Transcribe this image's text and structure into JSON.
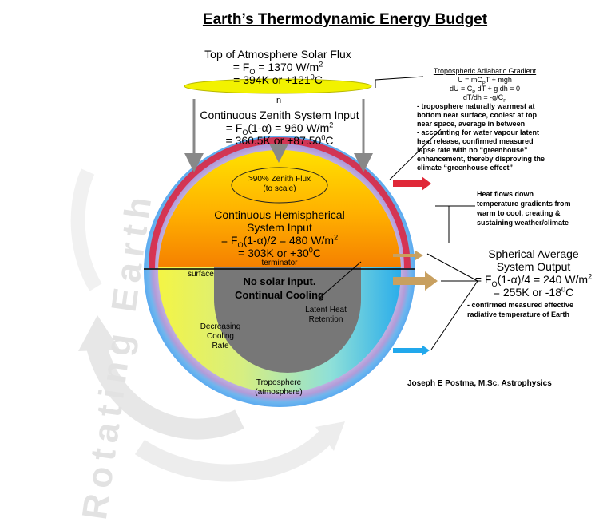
{
  "title": "Earth’s Thermodynamic Energy Budget",
  "watermark": "Rotating Earth",
  "top_flux": {
    "line1": "Top of Atmosphere Solar Flux",
    "line2": "= F",
    "line2_sub": "O",
    "line2_rest": " = 1370 W/m",
    "line2_sup": "2",
    "line3": "= 394K or +121",
    "line3_sup": "0",
    "line3_rest": "C"
  },
  "zenith_input": {
    "line1": "Continuous Zenith System Input",
    "line2": "= F",
    "line2_sub": "O",
    "line2_rest": "(1-α) = 960 W/m",
    "line2_sup": "2",
    "line3": "= 360.5K or +87.50",
    "line3_sup": "0",
    "line3_rest": "C",
    "arrow_label": "n"
  },
  "zenith_flux": {
    "line1": ">90% Zenith Flux",
    "line2": "(to scale)"
  },
  "hemisphere": {
    "line1": "Continuous Hemispherical",
    "line2": "System Input",
    "line3": "= F",
    "line3_sub": "O",
    "line3_rest": "(1-α)/2 = 480 W/m",
    "line3_sup": "2",
    "line4": "= 303K or +30",
    "line4_sup": "0",
    "line4_rest": "C"
  },
  "terminator": "terminator",
  "surface": "surface",
  "night": {
    "line1": "No solar input.",
    "line2": "Continual Cooling"
  },
  "latent": {
    "line1": "Latent Heat",
    "line2": "Retention"
  },
  "decreasing": {
    "line1": "Decreasing",
    "line2": "Cooling",
    "line3": "Rate"
  },
  "troposphere": {
    "line1": "Troposphere",
    "line2": "(atmosphere)"
  },
  "gradient_box": {
    "title": "Tropospheric Adiabatic Gradient",
    "eq1": "U = mC",
    "eq1_sub": "P",
    "eq1_rest": "T + mgh",
    "eq2": "dU = C",
    "eq2_sub": "P",
    "eq2_rest": " dT + g dh = 0",
    "eq3": "dT/dh = -g/C",
    "eq3_sub": "P",
    "bullet1": [
      "- troposphere naturally warmest at",
      "bottom near surface, coolest at top",
      "near space, average in between"
    ],
    "bullet2": [
      "- accounting for water vapour latent",
      "heat release, confirmed measured",
      "lapse rate with no “greenhouse”",
      "enhancement, thereby disproving the",
      "climate “greenhouse effect”"
    ]
  },
  "heat_flow": [
    "Heat flows down",
    "temperature gradients from",
    "warm to cool, creating &",
    "sustaining weather/climate"
  ],
  "spherical_output": {
    "line1": "Spherical Average",
    "line2": "System Output",
    "line3": "= F",
    "line3_sub": "O",
    "line3_rest": "(1-α)/4 = 240 W/m",
    "line3_sup": "2",
    "line4": "= 255K or -18",
    "line4_sup": "0",
    "line4_rest": "C",
    "note": [
      "- confirmed measured effective",
      "radiative temperature of Earth"
    ]
  },
  "author": "Joseph E Postma, M.Sc. Astrophysics",
  "colors": {
    "sun_disc": "#f2f200",
    "day_top": "#ffd100",
    "day_bottom": "#f58a00",
    "night": "#777777",
    "atmosphere_outer": "#56aef0",
    "atmosphere_inner": "#b9bde6",
    "red_band": "#e0203a",
    "blue_strip": "#21a8ec",
    "arrow_tan": "#c8a060"
  }
}
